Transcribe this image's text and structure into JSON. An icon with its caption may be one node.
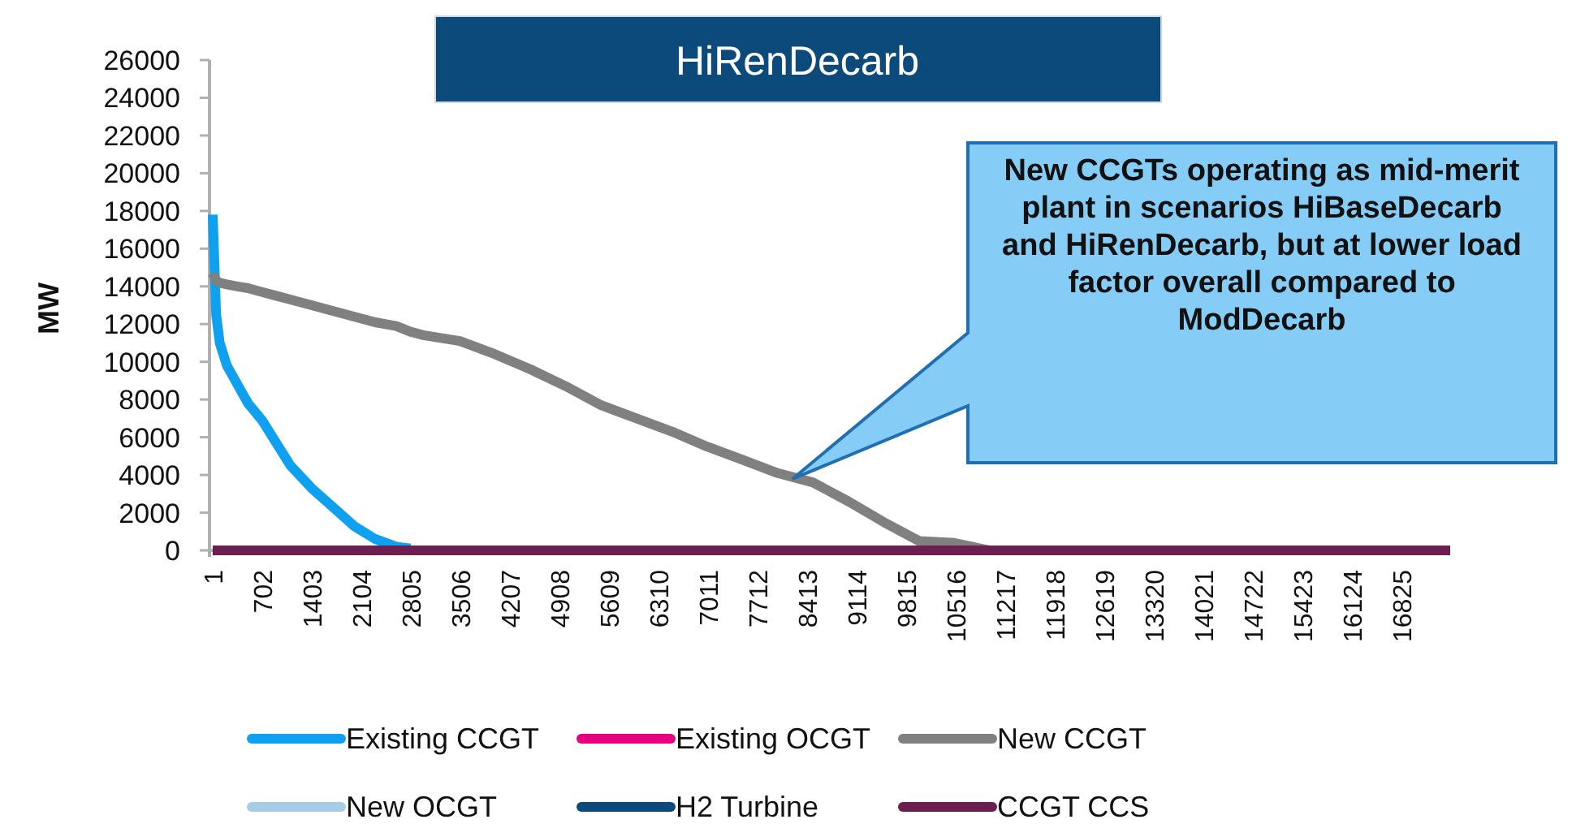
{
  "diagram": {
    "chart_data": {
      "type": "line",
      "title": "HiRenDecarb",
      "ylabel": "MW",
      "x": [
        1,
        50,
        100,
        200,
        350,
        500,
        700,
        900,
        1100,
        1400,
        1700,
        2000,
        2300,
        2600,
        2800,
        3000,
        3500,
        4000,
        4500,
        5000,
        5500,
        6000,
        6500,
        7000,
        7500,
        8000,
        8500,
        9000,
        9500,
        10000,
        10500,
        11000,
        11500,
        12000,
        12500,
        13000,
        13500,
        14000,
        14500,
        15000,
        15500,
        16000,
        16500,
        17000,
        17520
      ],
      "series": [
        {
          "name": "Existing CCGT",
          "color": "#0fa0f0",
          "values": [
            17800,
            12500,
            11000,
            9800,
            8800,
            7800,
            6900,
            5700,
            4500,
            3300,
            2300,
            1300,
            600,
            200,
            100,
            null,
            null,
            null,
            null,
            null,
            null,
            null,
            null,
            null,
            null,
            null,
            null,
            null,
            null,
            null,
            null,
            null,
            null,
            null,
            null,
            null,
            null,
            null,
            null,
            null,
            null,
            null,
            null,
            null,
            null
          ]
        },
        {
          "name": "Existing OCGT",
          "color": "#e6007e",
          "values": [
            null,
            null,
            null,
            null,
            null,
            null,
            null,
            null,
            null,
            null,
            null,
            null,
            null,
            null,
            null,
            null,
            null,
            null,
            null,
            null,
            null,
            null,
            null,
            null,
            null,
            null,
            null,
            null,
            null,
            null,
            null,
            null,
            null,
            null,
            null,
            null,
            null,
            null,
            null,
            null,
            null,
            null,
            null,
            null,
            null
          ]
        },
        {
          "name": "New CCGT",
          "color": "#808080",
          "values": [
            14700,
            14300,
            14200,
            14100,
            14000,
            13900,
            13700,
            13500,
            13300,
            13000,
            12700,
            12400,
            12100,
            11900,
            11600,
            11400,
            11100,
            10400,
            9600,
            8700,
            7700,
            7000,
            6300,
            5500,
            4800,
            4100,
            3600,
            2600,
            1500,
            500,
            400,
            0,
            null,
            null,
            null,
            null,
            null,
            null,
            null,
            null,
            null,
            null,
            null,
            null,
            null
          ]
        },
        {
          "name": "New OCGT",
          "color": "#a6cde6",
          "values": [
            null,
            null,
            null,
            null,
            null,
            null,
            null,
            null,
            null,
            null,
            null,
            null,
            null,
            null,
            null,
            null,
            null,
            null,
            null,
            null,
            null,
            null,
            null,
            null,
            null,
            null,
            null,
            null,
            null,
            null,
            null,
            null,
            null,
            null,
            null,
            null,
            null,
            null,
            null,
            null,
            null,
            null,
            null,
            null,
            null
          ]
        },
        {
          "name": "H2 Turbine",
          "color": "#0b4a7a",
          "values": [
            null,
            null,
            null,
            null,
            null,
            null,
            null,
            null,
            null,
            null,
            null,
            null,
            null,
            null,
            null,
            null,
            null,
            null,
            null,
            null,
            null,
            null,
            null,
            null,
            null,
            null,
            null,
            null,
            null,
            null,
            null,
            null,
            null,
            null,
            null,
            null,
            null,
            null,
            null,
            null,
            null,
            null,
            null,
            null,
            null
          ]
        },
        {
          "name": "CCGT CCS",
          "color": "#6b1f4e",
          "values": [
            0,
            0,
            0,
            0,
            0,
            0,
            0,
            0,
            0,
            0,
            0,
            0,
            0,
            0,
            0,
            0,
            0,
            0,
            0,
            0,
            0,
            0,
            0,
            0,
            0,
            0,
            0,
            0,
            0,
            0,
            0,
            0,
            0,
            0,
            0,
            0,
            0,
            0,
            0,
            0,
            0,
            0,
            0,
            0,
            0
          ]
        }
      ],
      "xlim": [
        1,
        17520
      ],
      "ylim": [
        0,
        26000
      ],
      "xticks": [
        1,
        702,
        1403,
        2104,
        2805,
        3506,
        4207,
        4908,
        5609,
        6310,
        7011,
        7712,
        8413,
        9114,
        9815,
        10516,
        11217,
        11918,
        12619,
        13320,
        14021,
        14722,
        15423,
        16124,
        16825
      ],
      "yticks": [
        0,
        2000,
        4000,
        6000,
        8000,
        10000,
        12000,
        14000,
        16000,
        18000,
        20000,
        22000,
        24000,
        26000
      ],
      "legend": "bottom",
      "annotations": [
        "New CCGTs operating as mid-merit plant in scenarios HiBaseDecarb and HiRenDecarb, but at lower load factor overall compared to ModDecarb"
      ]
    }
  }
}
